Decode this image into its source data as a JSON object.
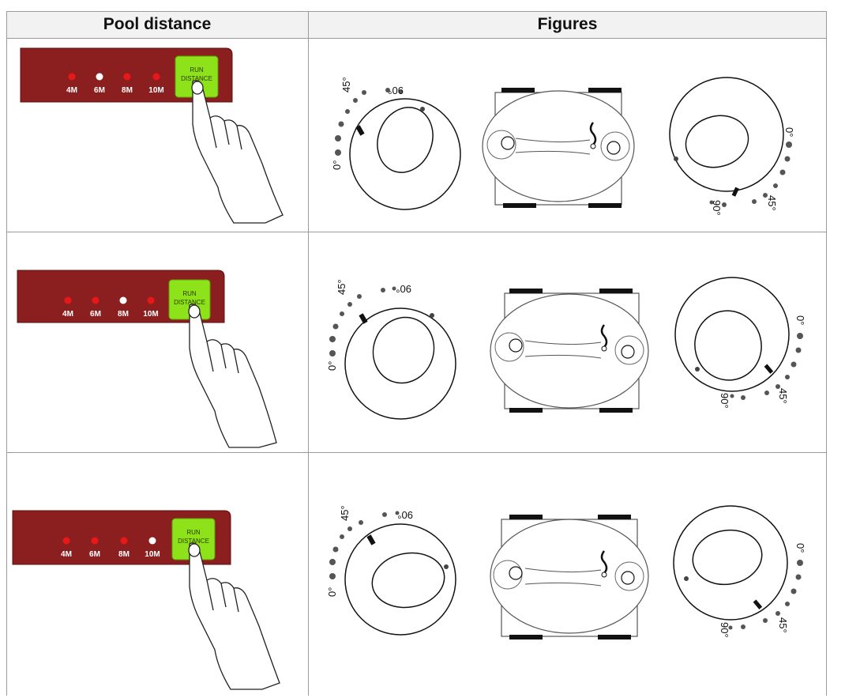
{
  "table": {
    "headers": {
      "pool_distance": "Pool distance",
      "figures": "Figures"
    },
    "rows": [
      {
        "leds": [
          {
            "label": "4M",
            "lit": false
          },
          {
            "label": "6M",
            "lit": true
          },
          {
            "label": "8M",
            "lit": false
          },
          {
            "label": "10M",
            "lit": false
          }
        ],
        "button_label": [
          "RUN",
          "DISTANCE"
        ]
      },
      {
        "leds": [
          {
            "label": "4M",
            "lit": false
          },
          {
            "label": "6M",
            "lit": false
          },
          {
            "label": "8M",
            "lit": true
          },
          {
            "label": "10M",
            "lit": false
          }
        ],
        "button_label": [
          "RUN",
          "DISTANCE"
        ]
      },
      {
        "leds": [
          {
            "label": "4M",
            "lit": false
          },
          {
            "label": "6M",
            "lit": false
          },
          {
            "label": "8M",
            "lit": false
          },
          {
            "label": "10M",
            "lit": true
          }
        ],
        "button_label": [
          "RUN",
          "DISTANCE"
        ]
      }
    ],
    "dial_labels": {
      "zero": "0°",
      "forty_five": "45°",
      "ninety": "90°"
    }
  },
  "colors": {
    "panel": "#8b1f1f",
    "led_off": "#e81818",
    "led_on": "#ffffff",
    "button": "#8ee21a",
    "grid": "#9a9a9a"
  }
}
